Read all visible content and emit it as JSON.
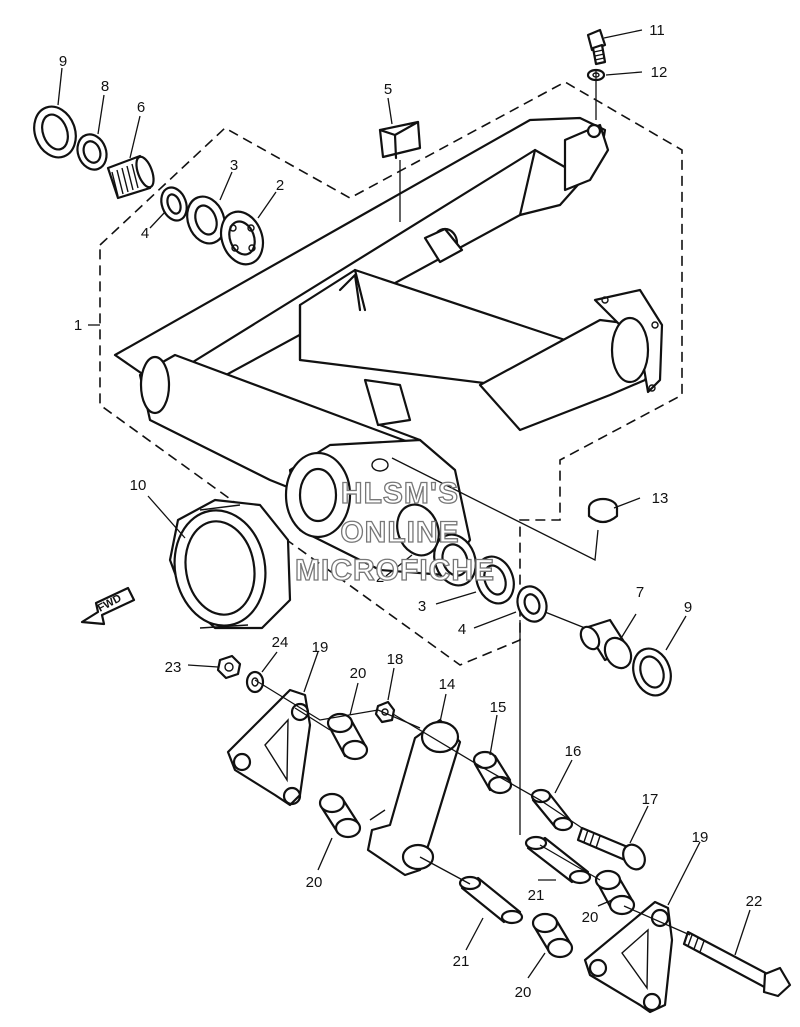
{
  "callouts": {
    "c1": "1",
    "c2a": "2",
    "c2b": "2",
    "c3a": "3",
    "c3b": "3",
    "c4a": "4",
    "c4b": "4",
    "c5": "5",
    "c6": "6",
    "c7": "7",
    "c8": "8",
    "c9a": "9",
    "c9b": "9",
    "c10": "10",
    "c11": "11",
    "c12": "12",
    "c13": "13",
    "c14": "14",
    "c15": "15",
    "c16": "16",
    "c17": "17",
    "c18": "18",
    "c19a": "19",
    "c19b": "19",
    "c20a": "20",
    "c20b": "20",
    "c20c": "20",
    "c20d": "20",
    "c21a": "21",
    "c21b": "21",
    "c22": "22",
    "c23": "23",
    "c24": "24"
  },
  "watermark": {
    "line1": "HLSM'S",
    "line2": "ONLINE",
    "line3": "MICROFICHE"
  },
  "fwd_label": "FWD"
}
